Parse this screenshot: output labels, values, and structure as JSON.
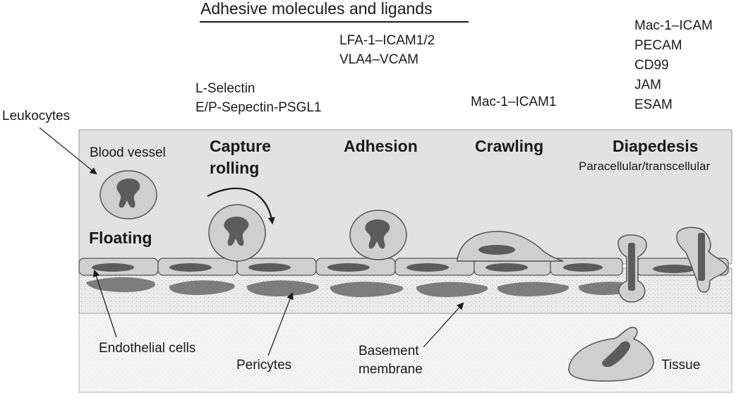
{
  "header": {
    "title": "Adhesive molecules and ligands"
  },
  "molecules": {
    "capture": [
      "L-Selectin",
      "E/P-Sepectin-PSGL1"
    ],
    "adhesion": [
      "LFA-1–ICAM1/2",
      "VLA4–VCAM"
    ],
    "crawling": [
      "Mac-1–ICAM1"
    ],
    "diapedesis": [
      "Mac-1–ICAM",
      "PECAM",
      "CD99",
      "JAM",
      "ESAM"
    ]
  },
  "stages": {
    "capture": [
      "Capture",
      "rolling"
    ],
    "adhesion": "Adhesion",
    "crawling": "Crawling",
    "diapedesis": "Diapedesis",
    "diapedesis_sub": "Paracellular/transcellular",
    "floating": "Floating"
  },
  "labels": {
    "leukocytes": "Leukocytes",
    "blood_vessel": "Blood vessel",
    "endothelial": "Endothelial cells",
    "pericytes": "Pericytes",
    "basement": [
      "Basement",
      "membrane"
    ],
    "tissue": "Tissue"
  },
  "colors": {
    "vessel_fill": "#e2e2e2",
    "cell_fill": "#cfcfcf",
    "nucleus_fill": "#5c5c5c",
    "outline": "#555555",
    "tissue_fill": "#f1f1f1"
  }
}
